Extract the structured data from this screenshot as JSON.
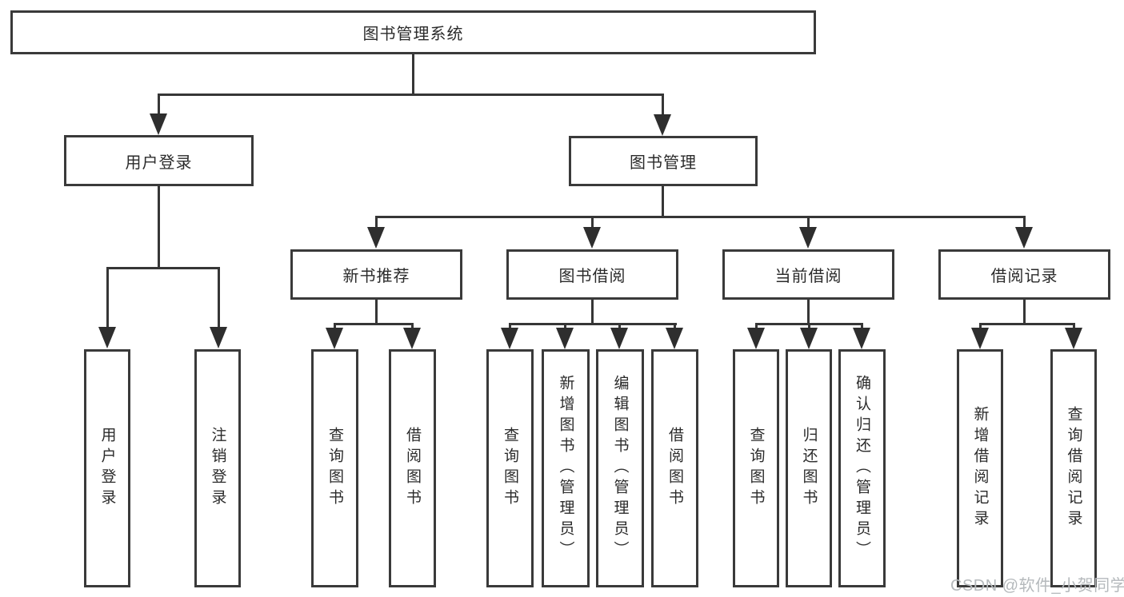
{
  "nodes": {
    "root": "图书管理系统",
    "level2": {
      "user_login": "用户登录",
      "book_mgmt": "图书管理"
    },
    "user_login_children": [
      "用户登录",
      "注销登录"
    ],
    "book_mgmt_children": [
      "新书推荐",
      "图书借阅",
      "当前借阅",
      "借阅记录"
    ],
    "new_book_rec_children": [
      "查询图书",
      "借阅图书"
    ],
    "book_borrow_children": [
      "查询图书",
      "新增图书（管理员）",
      "编辑图书（管理员）",
      "借阅图书"
    ],
    "current_borrow_children": [
      "查询图书",
      "归还图书",
      "确认归还（管理员）"
    ],
    "borrow_record_children": [
      "新增借阅记录",
      "查询借阅记录"
    ]
  },
  "watermark": {
    "text": "CSDN @软件_小贺同学"
  },
  "colors": {
    "line": "#363636",
    "box_border": "#3a3a3a",
    "text": "#2b2b2b",
    "watermark": "#b5b9bc",
    "background": "#ffffff"
  }
}
